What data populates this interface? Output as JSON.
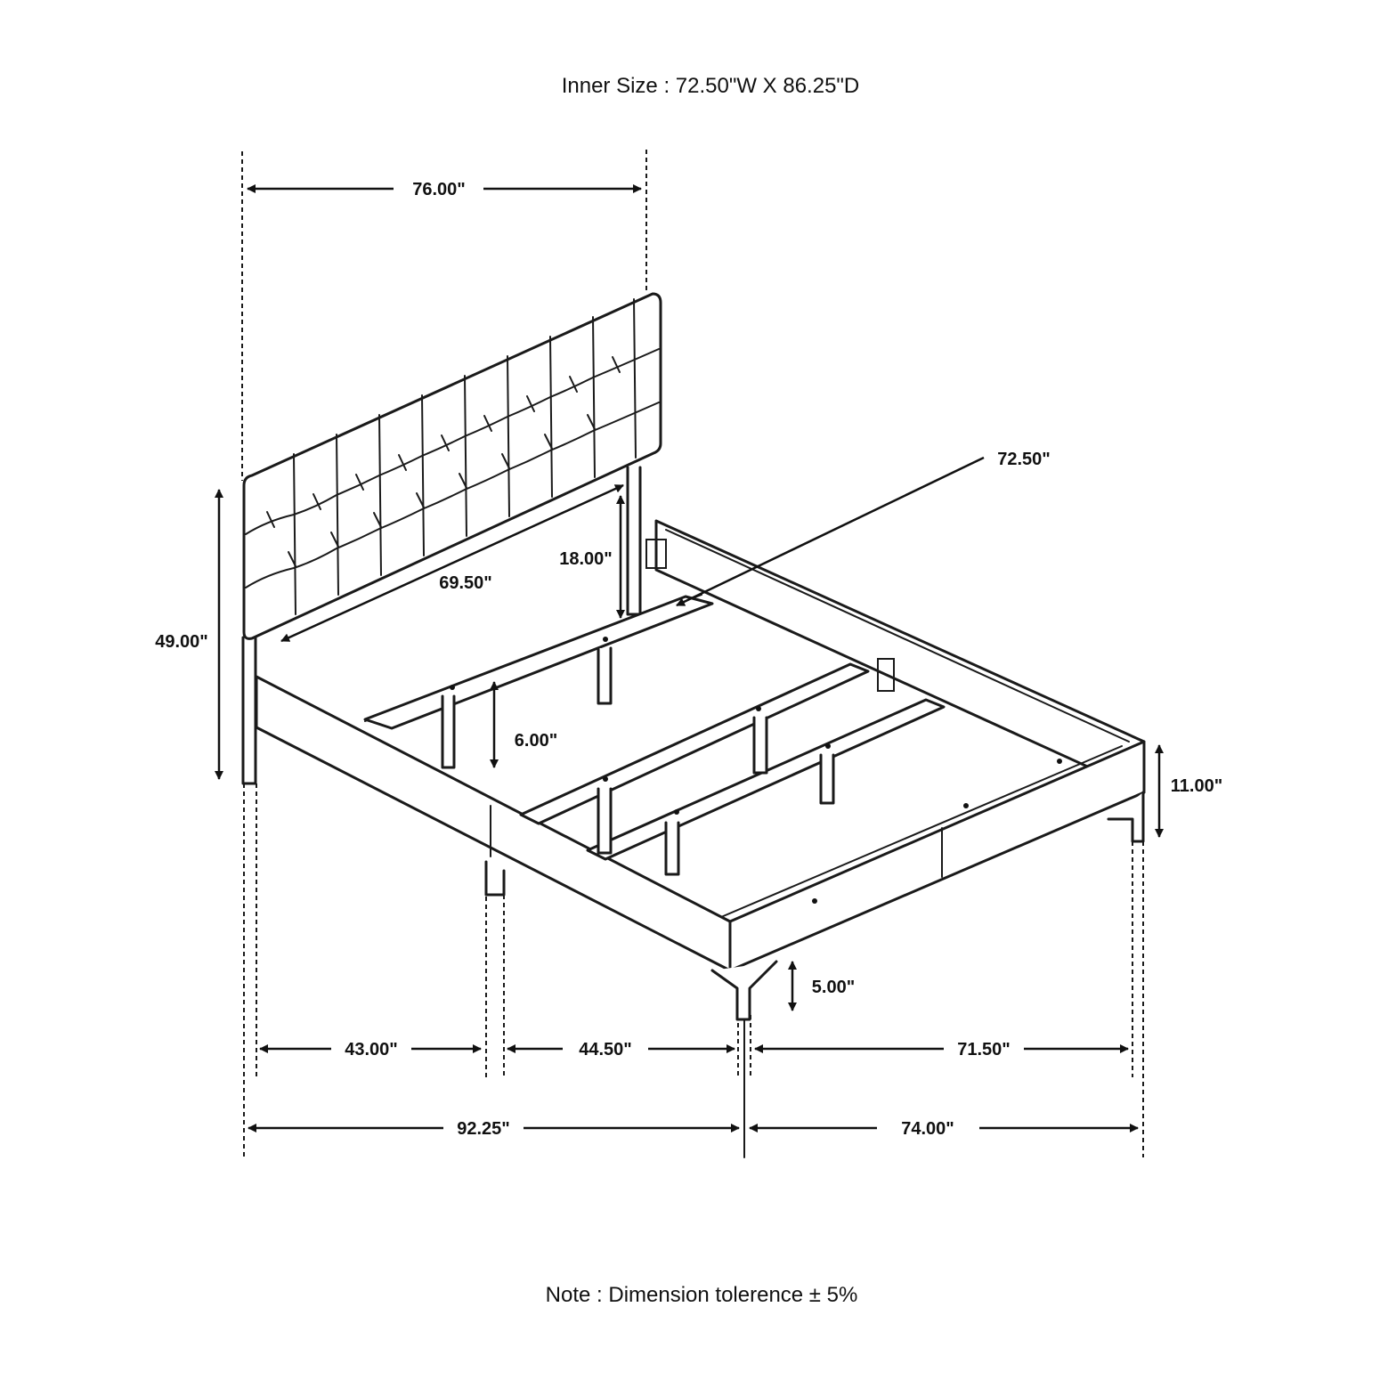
{
  "header": {
    "inner_size": "Inner Size : 72.50\"W X 86.25\"D"
  },
  "footer": {
    "note": "Note : Dimension tolerence  ± 5%"
  },
  "dimensions": {
    "headboard_width": "76.00\"",
    "headboard_height": "49.00\"",
    "headboard_panel_width": "69.50\"",
    "headboard_panel_height": "18.00\"",
    "inner_width": "72.50\"",
    "slat_height": "6.00\"",
    "frame_height": "11.00\"",
    "leg_height": "5.00\"",
    "length_segment_1": "43.00\"",
    "length_segment_2": "44.50\"",
    "width_inner_side": "71.50\"",
    "overall_length": "92.25\"",
    "overall_width": "74.00\""
  }
}
